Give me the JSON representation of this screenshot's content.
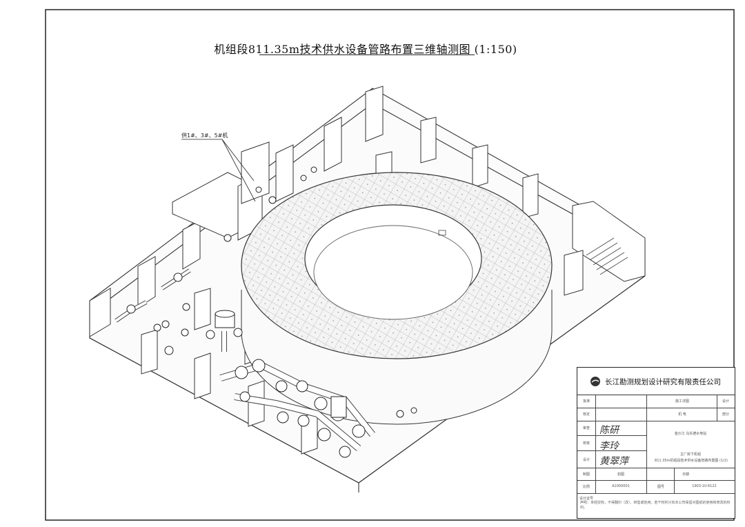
{
  "drawing": {
    "title": "机组段811.35m技术供水设备管路布置三维轴测图 (1:150)",
    "callout": "供1#、3#、5#机"
  },
  "title_block": {
    "company": "长江勘测规划设计研究有限责任公司",
    "rows": [
      {
        "left": "批准",
        "mid": "",
        "right_label": "施工详图",
        "right_value": "设计"
      },
      {
        "left": "核定",
        "mid": "",
        "right_label": "机    电",
        "right_value": "部分"
      },
      {
        "left": "审查",
        "mid": "",
        "right_label": "金沙江 乌东德水电站",
        "right_value": ""
      },
      {
        "left": "校核",
        "mid": "",
        "right_label": "",
        "right_value": ""
      },
      {
        "left": "设计",
        "mid": "",
        "right_label": "主厂房下机组",
        "right_value": ""
      },
      {
        "left": "制图",
        "mid": "",
        "right_label": "811.35m机组段技术供水设备管路布置图 (1/2)",
        "right_value": ""
      },
      {
        "left": "比例",
        "mid": "如图",
        "right_label": "日期",
        "right_value": ""
      },
      {
        "left": "设计证号",
        "mid": "A1000001",
        "right_label": "图号",
        "right_value": "1903-10-6122"
      }
    ],
    "footer": "声明：未经授权，不得翻印（改）、转售或他用。若干权利只有本公司保留对图纸的使用和修改的权利。",
    "signatures": [
      "陈研",
      "李玲",
      "黄翠萍"
    ]
  }
}
